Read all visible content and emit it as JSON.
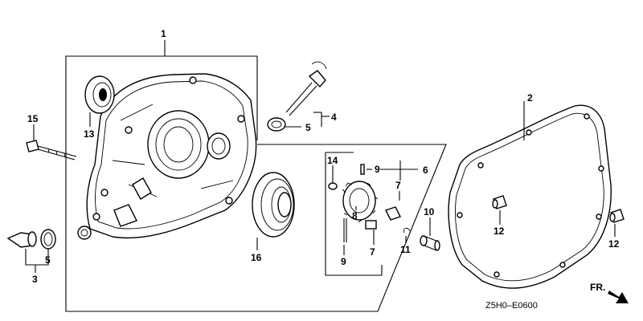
{
  "diagram": {
    "callouts": [
      "1",
      "2",
      "3",
      "4",
      "5",
      "5",
      "6",
      "7",
      "7",
      "8",
      "9",
      "9",
      "10",
      "11",
      "12",
      "12",
      "13",
      "14",
      "15",
      "16"
    ],
    "direction_label": "FR.",
    "figure_code": "Z5H0–E0600"
  },
  "icons": {
    "direction_arrow": "arrow-right-down-icon"
  }
}
